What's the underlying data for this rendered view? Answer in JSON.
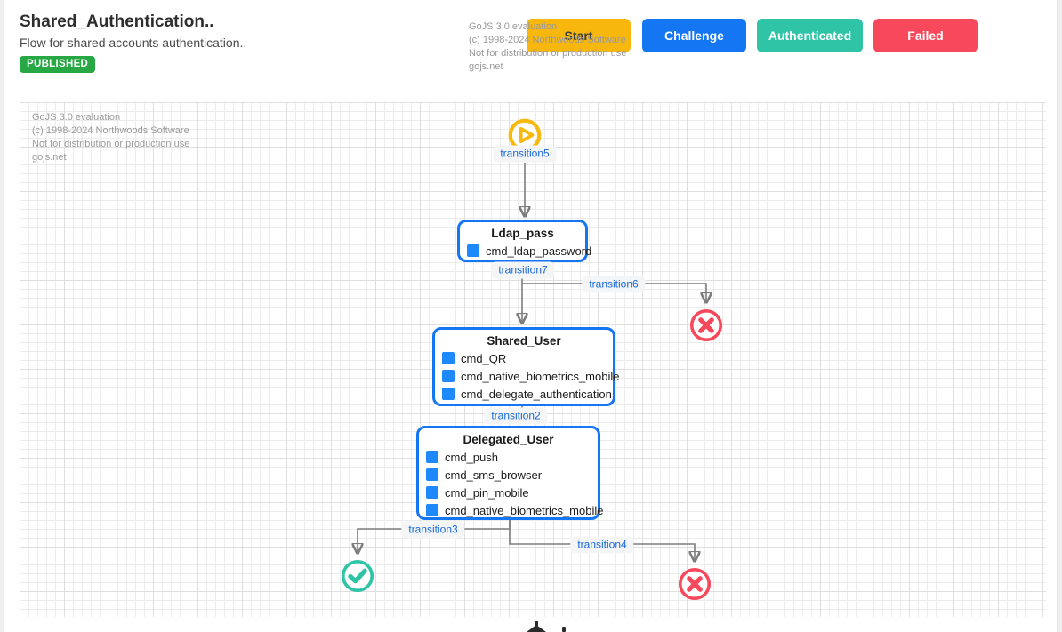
{
  "header": {
    "title": "Shared_Authentication..",
    "subtitle": "Flow for shared accounts authentication..",
    "status_badge": "PUBLISHED",
    "legend_buttons": [
      {
        "label": "Start",
        "color": "#F7B70D"
      },
      {
        "label": "Challenge",
        "color": "#1476F2"
      },
      {
        "label": "Authenticated",
        "color": "#2EC4A5"
      },
      {
        "label": "Failed",
        "color": "#F8495C"
      }
    ]
  },
  "watermark": {
    "line1": "GoJS 3.0 evaluation",
    "line2": "(c) 1998-2024 Northwoods Software",
    "line3": "Not for distribution or production use",
    "line4": "gojs.net"
  },
  "diagram": {
    "labels": {
      "t5": "transition5",
      "t7": "transition7",
      "t6": "transition6",
      "t2": "transition2",
      "t3": "transition3",
      "t4": "transition4"
    },
    "nodes": [
      {
        "title": "Ldap_pass",
        "items": [
          "cmd_ldap_password"
        ]
      },
      {
        "title": "Shared_User",
        "items": [
          "cmd_QR",
          "cmd_native_biometrics_mobile",
          "cmd_delegate_authentication"
        ]
      },
      {
        "title": "Delegated_User",
        "items": [
          "cmd_push",
          "cmd_sms_browser",
          "cmd_pin_mobile",
          "cmd_native_biometrics_mobile"
        ]
      }
    ],
    "colors": {
      "node_border": "#1476F2",
      "item_square": "#1E88FD",
      "edge": "#7d7d7d",
      "label_text": "#1667D9",
      "start_icon": "#F7B80F",
      "success_icon": "#2EC4A5",
      "fail_icon": "#F8495C",
      "badge_green": "#28A745"
    }
  }
}
